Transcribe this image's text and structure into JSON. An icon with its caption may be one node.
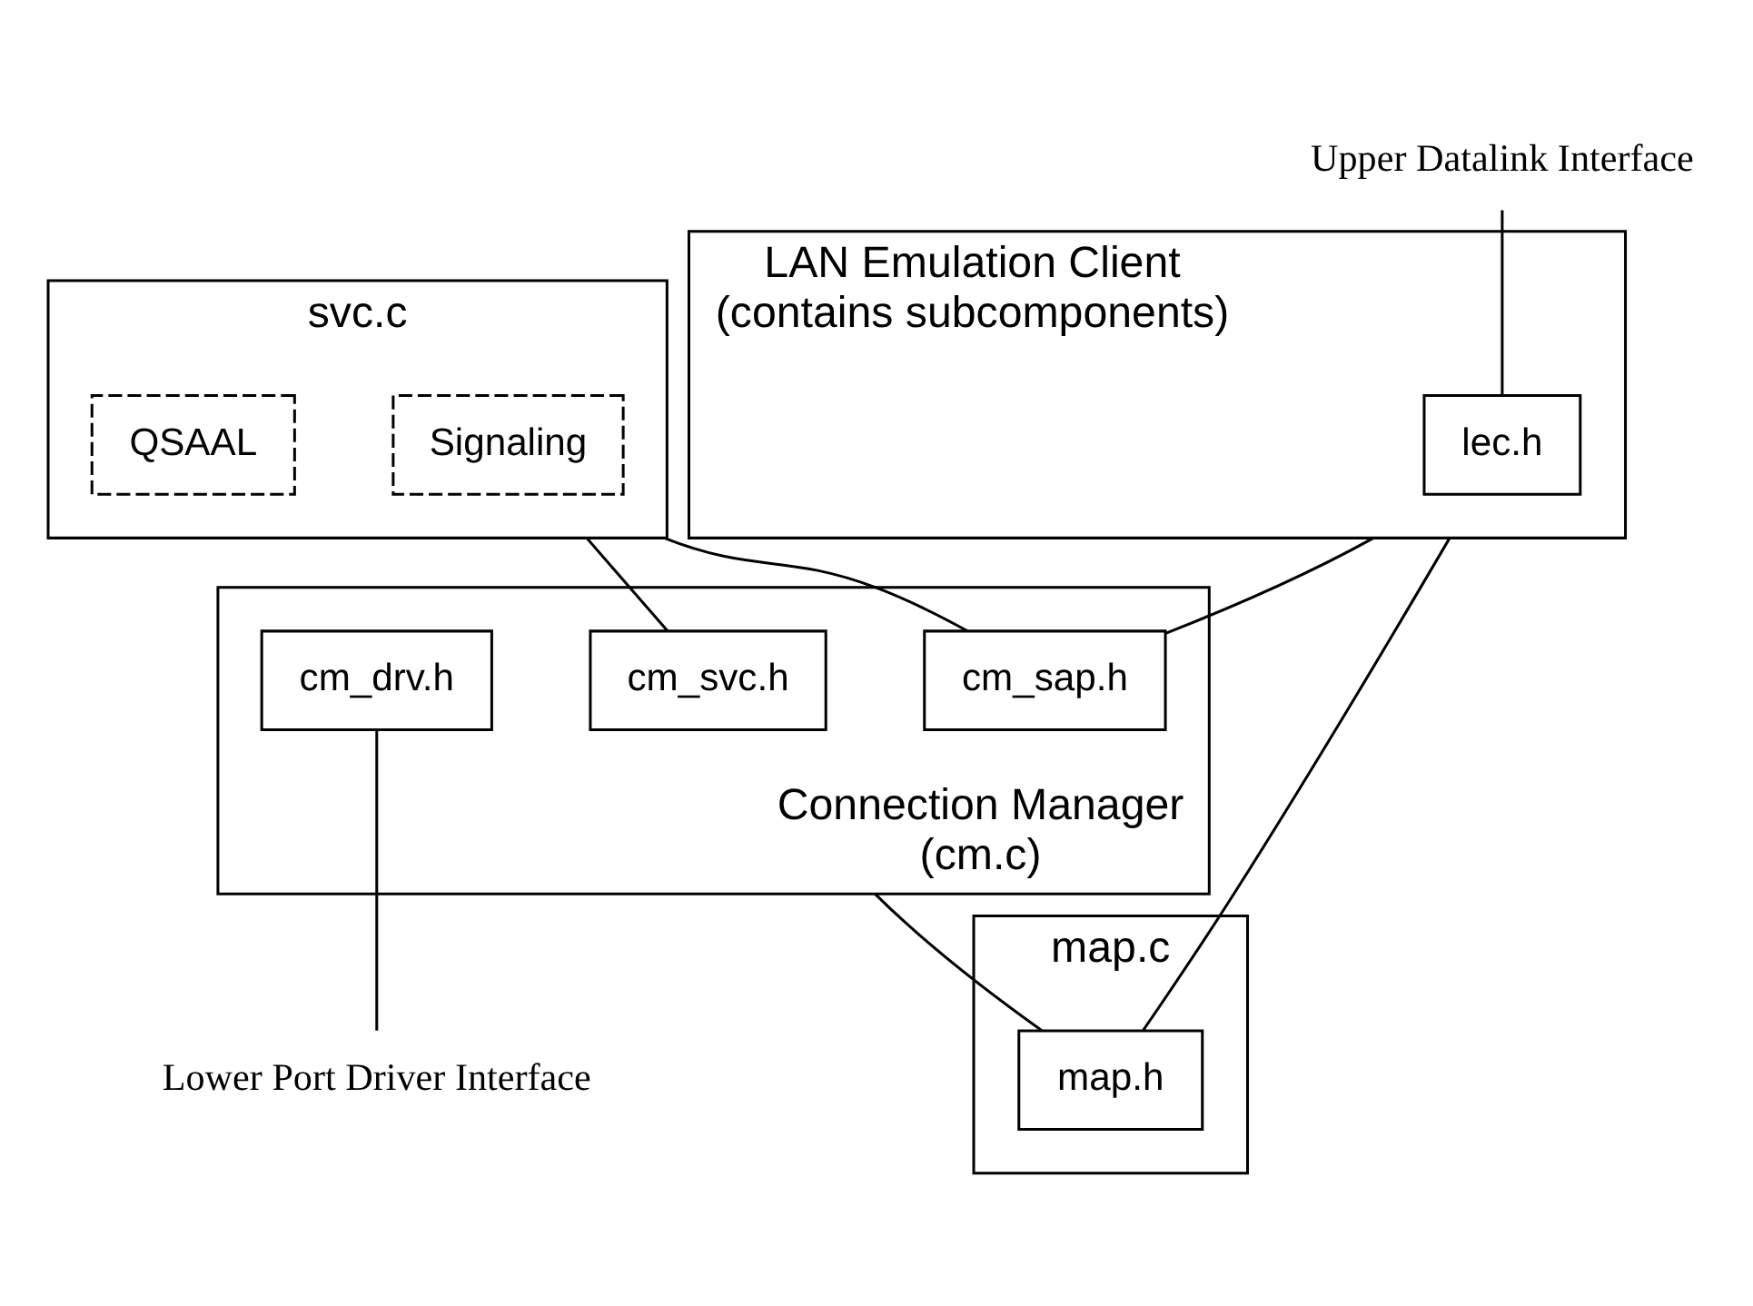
{
  "diagram": {
    "nodes": [
      {
        "text": [
          "svc.c"
        ]
      },
      {
        "text": [
          "Signaling"
        ],
        "in": 0
      },
      {
        "text": [
          "QSAAL"
        ],
        "in": 0
      },
      {
        "text": [
          "LAN Emulation Client (contains subcomponents)"
        ]
      },
      {
        "text": [
          "lec.h"
        ],
        "in": 3
      },
      {
        "text": [
          "map.c"
        ]
      },
      {
        "text": [
          "map.h"
        ],
        "in": 5
      },
      {
        "text": [
          "Connection Manager  (cm.c)"
        ]
      },
      {
        "text": [
          "cm_svc.h"
        ],
        "in": 7
      },
      {
        "text": [
          "cm_sap.h"
        ],
        "in": 7
      },
      {
        "text": [
          "cm_drv.h"
        ],
        "in": 7
      },
      {
        "text": [
          "Upper Datalink Interface"
        ]
      },
      {
        "text": [
          "Lower Port Driver Interface"
        ]
      }
    ],
    "edges": [
      {
        "from": 11,
        "to": 4,
        "arrow": "none"
      },
      {
        "from": 0,
        "to": 8,
        "arrow": "none"
      },
      {
        "from": 0,
        "to": 9,
        "arrow": "none"
      },
      {
        "from": 3,
        "to": 9,
        "arrow": "none"
      },
      {
        "from": 3,
        "to": 6,
        "arrow": "none"
      },
      {
        "from": 7,
        "to": 6,
        "arrow": "none"
      },
      {
        "from": 10,
        "to": 12,
        "arrow": "none"
      }
    ]
  }
}
